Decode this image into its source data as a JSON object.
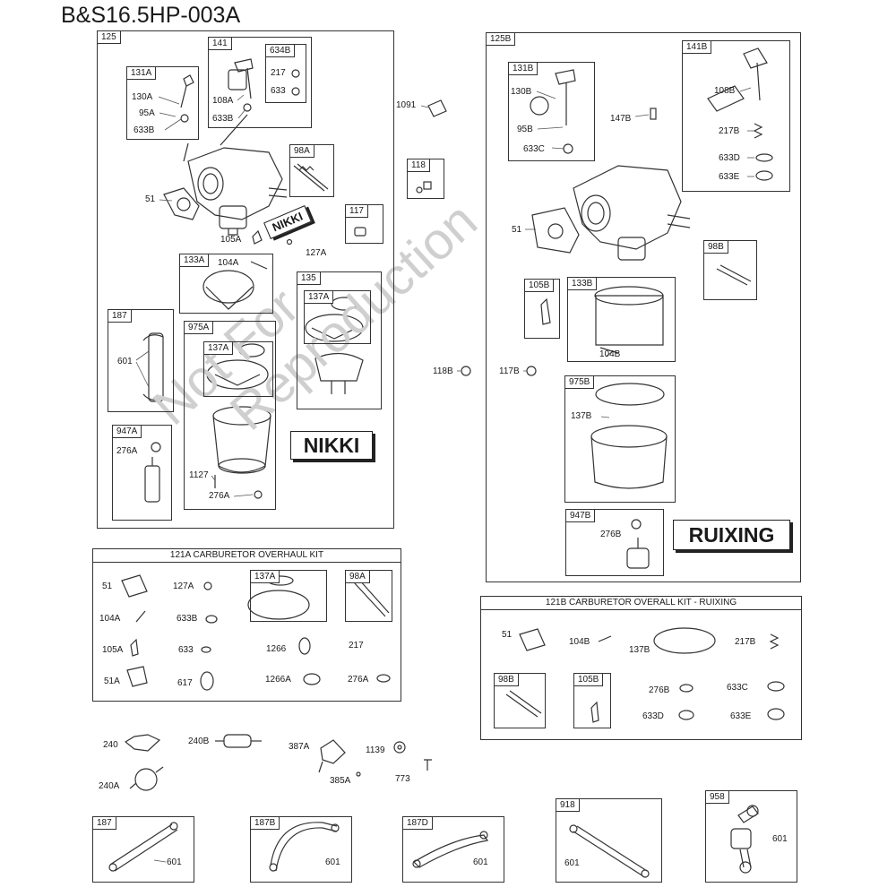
{
  "title": "B&S16.5HP-003A",
  "watermark": [
    "Not For",
    "Reproduction"
  ],
  "brands": {
    "nikki": "NIKKI",
    "ruixing": "RUIXING"
  },
  "boxes": {
    "b125": "125",
    "b141": "141",
    "b634B": "634B",
    "b131A": "131A",
    "b98A": "98A",
    "b118": "118",
    "b117": "117",
    "b133A": "133A",
    "b135": "135",
    "b137A_in135": "137A",
    "b187a": "187",
    "b975A": "975A",
    "b137A_in975A": "137A",
    "b947A": "947A",
    "b125B": "125B",
    "b131B": "131B",
    "b141B": "141B",
    "b98B": "98B",
    "b105B": "105B",
    "b133B": "133B",
    "b975B": "975B",
    "b947B": "947B",
    "k137A": "137A",
    "k98A": "98A",
    "k98B": "98B",
    "k105B": "105B",
    "b187": "187",
    "b187B": "187B",
    "b187D": "187D",
    "b918": "918",
    "b958": "958"
  },
  "kits": {
    "kitA": "121A CARBURETOR OVERHAUL KIT",
    "kitB": "121B CARBURETOR OVERALL KIT - RUIXING"
  },
  "labels": {
    "l130A": "130A",
    "l95A": "95A",
    "l633B_131": "633B",
    "l108A": "108A",
    "l633B_141": "633B",
    "l217": "217",
    "l633": "633",
    "l51": "51",
    "l105A": "105A",
    "l127A": "127A",
    "l104A": "104A",
    "l601a": "601",
    "l276A_947": "276A",
    "l1127": "1127",
    "l276A_975": "276A",
    "l1091": "1091",
    "l130B": "130B",
    "l95B": "95B",
    "l633C": "633C",
    "l147B": "147B",
    "l108B": "108B",
    "l217B": "217B",
    "l633D": "633D",
    "l633E": "633E",
    "l51B": "51",
    "l104B": "104B",
    "l118B": "118B",
    "l117B": "117B",
    "l137B": "137B",
    "l276B": "276B",
    "k51": "51",
    "k127A": "127A",
    "k104A": "104A",
    "k633B": "633B",
    "k105A": "105A",
    "k633": "633",
    "k1266": "1266",
    "k217": "217",
    "k51A": "51A",
    "k617": "617",
    "k1266A": "1266A",
    "k276A": "276A",
    "m51": "51",
    "m104B": "104B",
    "m137B": "137B",
    "m217B": "217B",
    "m276B": "276B",
    "m633C": "633C",
    "m633D": "633D",
    "m633E": "633E",
    "p240": "240",
    "p240B": "240B",
    "p240A": "240A",
    "p387A": "387A",
    "p385A": "385A",
    "p1139": "1139",
    "p773": "773",
    "p601_187": "601",
    "p601_187B": "601",
    "p601_187D": "601",
    "p601_918": "601",
    "p601_958": "601"
  }
}
